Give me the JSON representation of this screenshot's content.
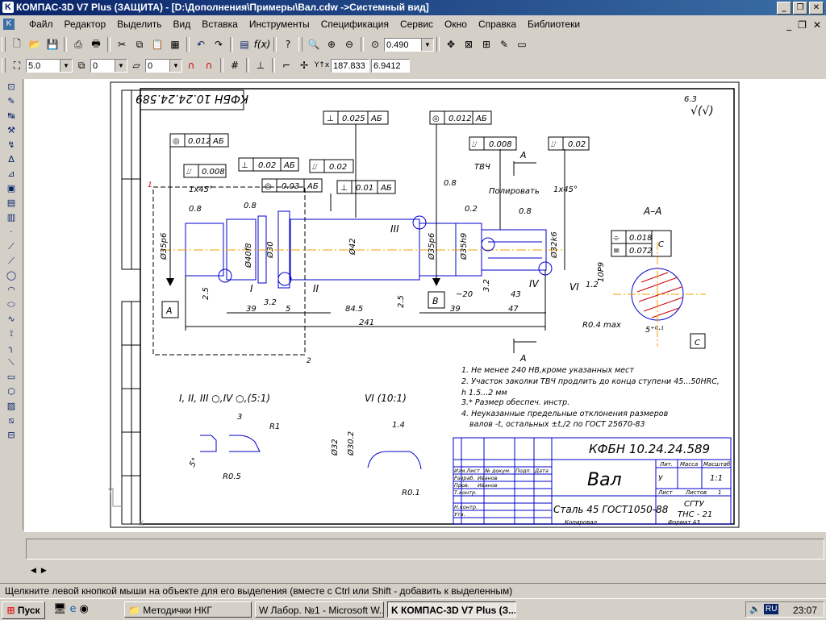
{
  "window": {
    "title": "КОМПАС-3D V7 Plus (ЗАЩИТА) - [D:\\Дополнения\\Примеры\\Вал.cdw ->Системный вид]",
    "controls": [
      "_",
      "❐",
      "✕"
    ]
  },
  "menu": {
    "items": [
      "Файл",
      "Редактор",
      "Выделить",
      "Вид",
      "Вставка",
      "Инструменты",
      "Спецификация",
      "Сервис",
      "Окно",
      "Справка",
      "Библиотеки"
    ],
    "mdi_controls": [
      "_",
      "❐",
      "✕"
    ]
  },
  "toolbar1": {
    "zoom_value": "0.490"
  },
  "toolbar2": {
    "step_value": "5.0",
    "layer_value": "0",
    "style_value": "0",
    "x_coord": "187.833",
    "y_coord": "6.9412"
  },
  "drawing": {
    "designation": "КФБН 10.24.24.589",
    "designation_rotated": "КФБН 10.24.24.589",
    "part_name": "Вал",
    "material": "Сталь 45 ГОСТ1050-88",
    "org": "СГТУ",
    "group": "ТНС - 21",
    "scale": "1:1",
    "sheet_label": "Лист",
    "sheets_label": "Листов",
    "sheets": "1",
    "lit_label": "Лит.",
    "mass_label": "Масса",
    "scale_label": "Масштаб",
    "lit_val": "У",
    "copied": "Копировал",
    "format": "Формат А3",
    "roughness": "6.3",
    "roughness_sign": "√(√)",
    "title_rows": [
      {
        "role": "Изм.Лист",
        "name": "№ докум.",
        "sign": "Подп.",
        "date": "Дата"
      },
      {
        "role": "Разраб.",
        "name": "Иванов"
      },
      {
        "role": "Пров.",
        "name": "Иванов"
      },
      {
        "role": "Т.контр."
      },
      {
        "role": "Н.контр."
      },
      {
        "role": "Утв."
      }
    ],
    "notes": [
      "1. Не менее 240 НВ,кроме указанных мест",
      "2. Участок заколки ТВЧ продлить до конца ступени 45...50HRC,",
      "h 1.5...2 мм",
      "3.* Размер обеспеч. инстр.",
      "4. Неуказанные предельные отклонения размеров",
      "валов -t, остальных ±t,/2 по ГОСТ 25670-83"
    ],
    "tolerance_frames": [
      {
        "sym": "◎",
        "val": "0.012",
        "base": "АБ"
      },
      {
        "sym": "⌰",
        "val": "0.008",
        "base": ""
      },
      {
        "sym": "⊥",
        "val": "0.02",
        "base": "АБ"
      },
      {
        "sym": "⌰",
        "val": "0.02",
        "base": ""
      },
      {
        "sym": "◎",
        "val": "0.03",
        "base": "АБ"
      },
      {
        "sym": "⊥",
        "val": "0.01",
        "base": "АБ"
      },
      {
        "sym": "⊥",
        "val": "0.025",
        "base": "АБ"
      },
      {
        "sym": "◎",
        "val": "0.012",
        "base": "АБ"
      },
      {
        "sym": "⌰",
        "val": "0.008",
        "base": ""
      },
      {
        "sym": "⌰",
        "val": "0.02",
        "base": ""
      }
    ],
    "dims": {
      "chamfer_left": "1х45°",
      "chamfer_right": "1х45°",
      "d1": "Ø35р6",
      "d2": "Ø40f8",
      "d3": "Ø30",
      "d4": "Ø42",
      "d5": "Ø35р6",
      "d6": "Ø35h9",
      "d7": "Ø32k6",
      "l39a": "39",
      "l32": "3.2",
      "l5": "5",
      "l845": "84.5",
      "l241": "241",
      "l25a": "2.5",
      "l25b": "2.5",
      "l39b": "39",
      "l20": "~20",
      "l43": "43",
      "l47": "47",
      "l32b": "3.2",
      "r08a": "0.8",
      "r08b": "0.8",
      "r08c": "0.8",
      "r08d": "0.8",
      "r02": "0.2",
      "tvch": "ТВЧ",
      "polish": "Полировать",
      "ten_p9": "10P9",
      "r04": "R0.4 max",
      "ang5": "5⁺⁰·¹",
      "sec_t1": "0.018",
      "sec_t2": "0.072",
      "sec_base": "С",
      "dim_12": "1.2"
    },
    "labels": {
      "base_a": "А",
      "base_b": "В",
      "base_c": "С",
      "section": "А–А",
      "arrow_a1": "А",
      "arrow_a2": "А",
      "r1": "I",
      "r2": "II",
      "r3": "III",
      "r4": "IV",
      "r6": "VI",
      "mark1": "1",
      "mark2": "2"
    },
    "detail1": {
      "title": "I, II, III ○,IV ○,(5:1)",
      "dim3": "3",
      "r1": "R1",
      "r05": "R0.5",
      "ang": "5°"
    },
    "detail2": {
      "title": "VI (10:1)",
      "d32": "Ø32",
      "d302": "Ø30.2",
      "w14": "1.4",
      "r01": "R0.1"
    }
  },
  "statusbar": {
    "hint": "Щелкните левой кнопкой мыши на объекте для его выделения (вместе с Ctrl или Shift - добавить к выделенным)"
  },
  "taskbar": {
    "start": "Пуск",
    "tasks": [
      "Методички НКГ",
      "Лабор. №1 - Microsoft W...",
      "КОМПАС-3D V7 Plus (З..."
    ],
    "lang": "RU",
    "clock": "23:07"
  }
}
